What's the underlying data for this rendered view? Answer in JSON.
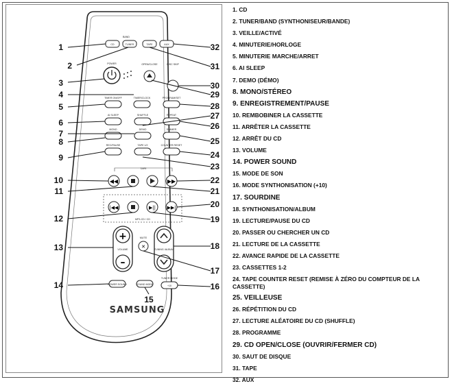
{
  "legend": [
    {
      "n": "1.",
      "text": "CD"
    },
    {
      "n": "2.",
      "text": "TUNER/BAND (SYNTHONISEUR/BANDE)"
    },
    {
      "n": "3.",
      "text": "VEILLE/ACTIVÉ"
    },
    {
      "n": "4.",
      "text": "MINUTERIE/HORLOGE"
    },
    {
      "n": "5.",
      "text": "MINUTERIE MARCHE/ARRET"
    },
    {
      "n": "6.",
      "text": "AI SLEEP"
    },
    {
      "n": "7.",
      "text": "DEMO (DÉMO)"
    },
    {
      "n": "8.",
      "text": "MONO/STÉREO"
    },
    {
      "n": "9.",
      "text": "ENREGISTREMENT/PAUSE"
    },
    {
      "n": "10.",
      "text": "REMBOBINER LA CASSETTE"
    },
    {
      "n": "11.",
      "text": "ARRÊTER LA CASSETTE"
    },
    {
      "n": "12.",
      "text": "ARRÊT DU CD"
    },
    {
      "n": "13.",
      "text": "VOLUME"
    },
    {
      "n": "14.",
      "text": "POWER SOUND"
    },
    {
      "n": "15.",
      "text": "MODE DE SON"
    },
    {
      "n": "16.",
      "text": "MODE SYNTHONISATION (+10)"
    },
    {
      "n": "17.",
      "text": "SOURDINE"
    },
    {
      "n": "18.",
      "text": "SYNTHONISATION/ALBUM"
    },
    {
      "n": "19.",
      "text": "LECTURE/PAUSE DU CD"
    },
    {
      "n": "20.",
      "text": "PASSER OU CHERCHER UN CD"
    },
    {
      "n": "21.",
      "text": "LECTURE DE LA CASSETTE"
    },
    {
      "n": "22.",
      "text": "AVANCE RAPIDE DE LA CASSETTE"
    },
    {
      "n": "23.",
      "text": "CASSETTES 1-2"
    },
    {
      "n": "24.",
      "text": "TAPE COUNTER RESET (REMISE À ZÉRO DU COMPTEUR DE LA CASSETTE)"
    },
    {
      "n": "25.",
      "text": "VEILLEUSE"
    },
    {
      "n": "26.",
      "text": "RÉPÉTITION DU CD"
    },
    {
      "n": "27.",
      "text": "LECTURE ALÉATOIRE DU CD (SHUFFLE)"
    },
    {
      "n": "28.",
      "text": "PROGRAMME"
    },
    {
      "n": "29.",
      "text": "CD OPEN/CLOSE (OUVRIR/FERMER CD)"
    },
    {
      "n": "30.",
      "text": "SAUT DE DISQUE"
    },
    {
      "n": "31.",
      "text": "TAPE"
    },
    {
      "n": "32.",
      "text": "AUX"
    }
  ],
  "remote": {
    "brand": "SAMSUNG",
    "labels": {
      "band": "BAND",
      "cd": "CD",
      "tuner": "TUNER",
      "tape": "TAPE",
      "aux": "AUX",
      "power": "POWER",
      "open_close": "OPEN/CLOSE",
      "disc_skip": "DISC SKIP",
      "timer_onoff": "TIMER ON/OFF",
      "timer_clock": "TIMER/CLOCK",
      "program": "PROGRAM/SET",
      "ai_sleep": "AI SLEEP",
      "shuffle": "SHUFFLE",
      "repeat": "REPEAT",
      "mono": "MONO",
      "demo": "DEMO",
      "dimmer": "DIMMER",
      "rec_pause": "REC/PAUSE",
      "tape12": "TAPE 1/2",
      "counter_reset": "COUNTER RESET",
      "tape_group": "TAPE",
      "mp3cd": "MP3-CD / CD",
      "volume": "VOLUME",
      "mute": "MUTE",
      "tuning_album": "TUNING /ALBUM",
      "power_sound": "POWER SOUND",
      "sound_mode": "SOUND MODE",
      "tuner_mode": "TUNER MODE",
      "plus10": "+10"
    }
  },
  "callouts": [
    "1",
    "2",
    "3",
    "4",
    "5",
    "6",
    "7",
    "8",
    "9",
    "10",
    "11",
    "12",
    "13",
    "14",
    "15",
    "16",
    "17",
    "18",
    "19",
    "20",
    "21",
    "22",
    "23",
    "24",
    "25",
    "26",
    "27",
    "28",
    "29",
    "30",
    "31",
    "32"
  ]
}
